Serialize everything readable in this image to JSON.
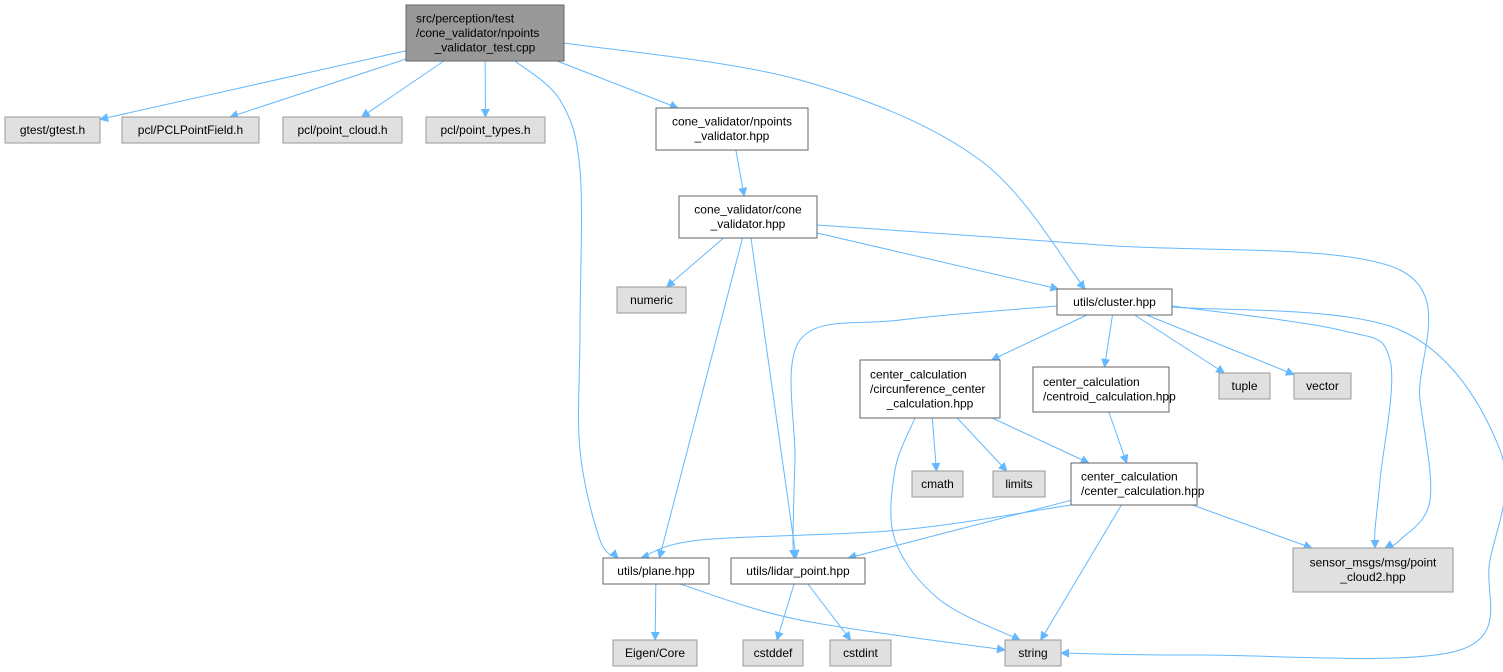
{
  "colors": {
    "edge": "#63b8ff",
    "root_fill": "#999999",
    "root_stroke": "#666666",
    "ext_fill": "#e0e0e0",
    "ext_stroke": "#999999",
    "int_fill": "#ffffff",
    "int_stroke": "#666666"
  },
  "nodes": [
    {
      "id": "root",
      "kind": "root",
      "lines": [
        "src/perception/test",
        "/cone_validator/npoints",
        "_validator_test.cpp"
      ]
    },
    {
      "id": "gtest",
      "kind": "ext",
      "lines": [
        "gtest/gtest.h"
      ]
    },
    {
      "id": "pclfield",
      "kind": "ext",
      "lines": [
        "pcl/PCLPointField.h"
      ]
    },
    {
      "id": "pointcloud",
      "kind": "ext",
      "lines": [
        "pcl/point_cloud.h"
      ]
    },
    {
      "id": "pointtypes",
      "kind": "ext",
      "lines": [
        "pcl/point_types.h"
      ]
    },
    {
      "id": "npoints",
      "kind": "int",
      "lines": [
        "cone_validator/npoints",
        "_validator.hpp"
      ]
    },
    {
      "id": "cone",
      "kind": "int",
      "lines": [
        "cone_validator/cone",
        "_validator.hpp"
      ]
    },
    {
      "id": "numeric",
      "kind": "ext",
      "lines": [
        "numeric"
      ]
    },
    {
      "id": "cluster",
      "kind": "int",
      "lines": [
        "utils/cluster.hpp"
      ]
    },
    {
      "id": "circ",
      "kind": "int",
      "lines": [
        "center_calculation",
        "/circunference_center",
        "_calculation.hpp"
      ]
    },
    {
      "id": "centroid",
      "kind": "int",
      "lines": [
        "center_calculation",
        "/centroid_calculation.hpp"
      ]
    },
    {
      "id": "tuple",
      "kind": "ext",
      "lines": [
        "tuple"
      ]
    },
    {
      "id": "vector",
      "kind": "ext",
      "lines": [
        "vector"
      ]
    },
    {
      "id": "cmath",
      "kind": "ext",
      "lines": [
        "cmath"
      ]
    },
    {
      "id": "limits",
      "kind": "ext",
      "lines": [
        "limits"
      ]
    },
    {
      "id": "center",
      "kind": "int",
      "lines": [
        "center_calculation",
        "/center_calculation.hpp"
      ]
    },
    {
      "id": "sensor",
      "kind": "ext",
      "lines": [
        "sensor_msgs/msg/point",
        "_cloud2.hpp"
      ]
    },
    {
      "id": "plane",
      "kind": "int",
      "lines": [
        "utils/plane.hpp"
      ]
    },
    {
      "id": "lidar",
      "kind": "int",
      "lines": [
        "utils/lidar_point.hpp"
      ]
    },
    {
      "id": "eigen",
      "kind": "ext",
      "lines": [
        "Eigen/Core"
      ]
    },
    {
      "id": "cstddef",
      "kind": "ext",
      "lines": [
        "cstddef"
      ]
    },
    {
      "id": "cstdint",
      "kind": "ext",
      "lines": [
        "cstdint"
      ]
    },
    {
      "id": "string",
      "kind": "ext",
      "lines": [
        "string"
      ]
    }
  ],
  "edges": [
    [
      "root",
      "gtest"
    ],
    [
      "root",
      "pclfield"
    ],
    [
      "root",
      "pointcloud"
    ],
    [
      "root",
      "pointtypes"
    ],
    [
      "root",
      "npoints"
    ],
    [
      "root",
      "plane"
    ],
    [
      "root",
      "cluster"
    ],
    [
      "npoints",
      "cone"
    ],
    [
      "cone",
      "numeric"
    ],
    [
      "cone",
      "plane"
    ],
    [
      "cone",
      "lidar"
    ],
    [
      "cone",
      "cluster"
    ],
    [
      "cone",
      "sensor"
    ],
    [
      "cluster",
      "circ"
    ],
    [
      "cluster",
      "centroid"
    ],
    [
      "cluster",
      "tuple"
    ],
    [
      "cluster",
      "vector"
    ],
    [
      "cluster",
      "lidar"
    ],
    [
      "cluster",
      "sensor"
    ],
    [
      "cluster",
      "string"
    ],
    [
      "circ",
      "cmath"
    ],
    [
      "circ",
      "limits"
    ],
    [
      "circ",
      "center"
    ],
    [
      "circ",
      "string"
    ],
    [
      "centroid",
      "center"
    ],
    [
      "center",
      "plane"
    ],
    [
      "center",
      "lidar"
    ],
    [
      "center",
      "string"
    ],
    [
      "center",
      "sensor"
    ],
    [
      "plane",
      "eigen"
    ],
    [
      "plane",
      "string"
    ],
    [
      "lidar",
      "cstddef"
    ],
    [
      "lidar",
      "cstdint"
    ]
  ]
}
